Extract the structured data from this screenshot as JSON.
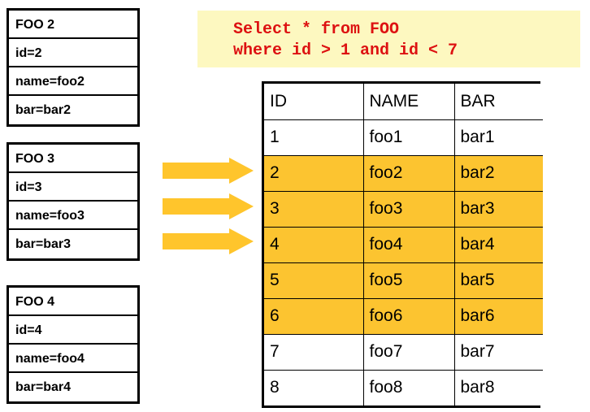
{
  "colors": {
    "highlight_row": "#FCC430",
    "arrow": "#FFC52C",
    "sql_background": "#FDF8C0",
    "sql_text": "#DD1111",
    "border": "#000000"
  },
  "objects": [
    {
      "title": "FOO 2",
      "fields": [
        "id=2",
        "name=foo2",
        "bar=bar2"
      ]
    },
    {
      "title": "FOO 3",
      "fields": [
        "id=3",
        "name=foo3",
        "bar=bar3"
      ]
    },
    {
      "title": "FOO 4",
      "fields": [
        "id=4",
        "name=foo4",
        "bar=bar4"
      ]
    }
  ],
  "arrows": [
    {
      "name": "arrow-right-1"
    },
    {
      "name": "arrow-right-2"
    },
    {
      "name": "arrow-right-3"
    }
  ],
  "sql": {
    "line1": "Select * from FOO",
    "line2": "where id > 1 and id < 7"
  },
  "table": {
    "columns": [
      "ID",
      "NAME",
      "BAR"
    ],
    "rows": [
      {
        "id": "1",
        "name": "foo1",
        "bar": "bar1",
        "highlighted": false
      },
      {
        "id": "2",
        "name": "foo2",
        "bar": "bar2",
        "highlighted": true
      },
      {
        "id": "3",
        "name": "foo3",
        "bar": "bar3",
        "highlighted": true
      },
      {
        "id": "4",
        "name": "foo4",
        "bar": "bar4",
        "highlighted": true
      },
      {
        "id": "5",
        "name": "foo5",
        "bar": "bar5",
        "highlighted": true
      },
      {
        "id": "6",
        "name": "foo6",
        "bar": "bar6",
        "highlighted": true
      },
      {
        "id": "7",
        "name": "foo7",
        "bar": "bar7",
        "highlighted": false
      },
      {
        "id": "8",
        "name": "foo8",
        "bar": "bar8",
        "highlighted": false
      }
    ]
  }
}
